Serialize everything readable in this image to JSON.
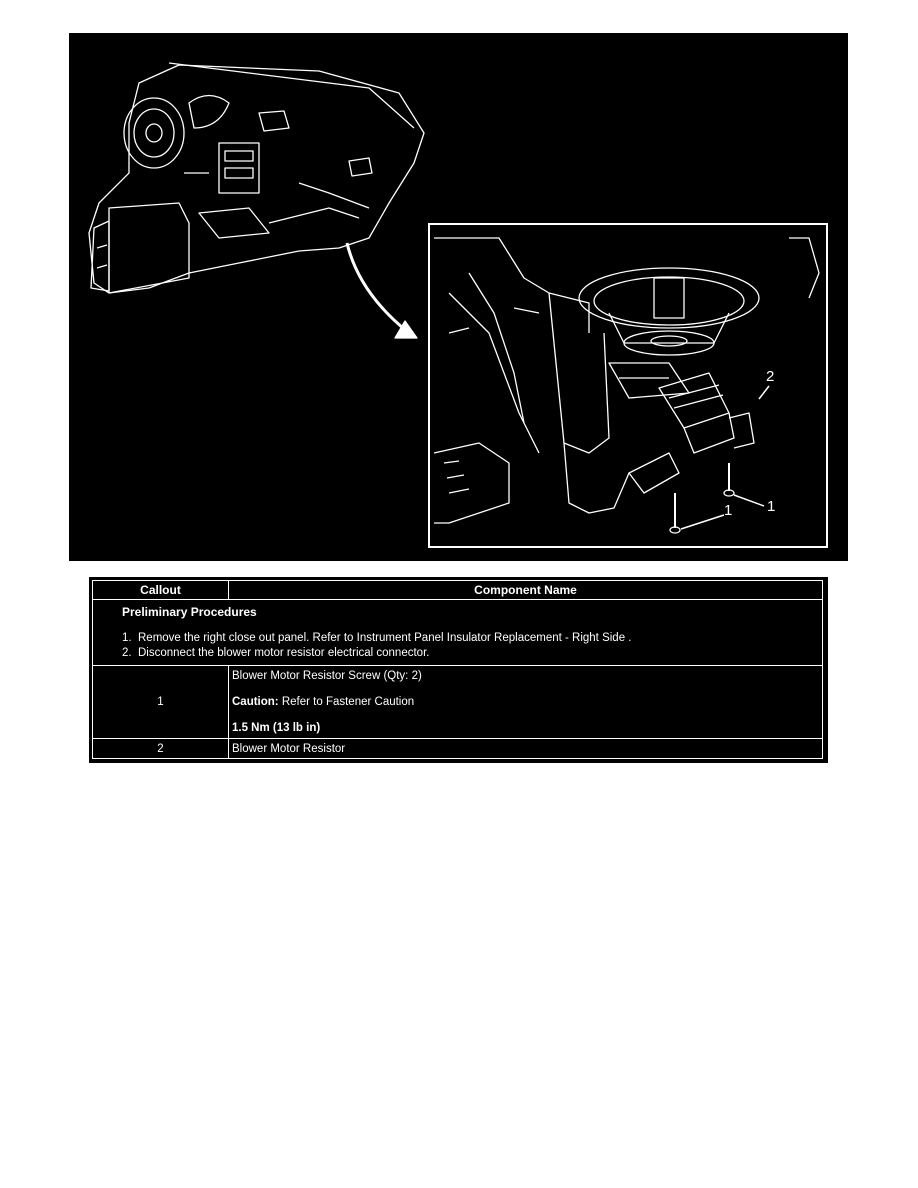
{
  "figure": {
    "callouts": [
      "2",
      "1",
      "1"
    ]
  },
  "table": {
    "headers": {
      "callout": "Callout",
      "component": "Component Name"
    },
    "preliminary": {
      "heading": "Preliminary Procedures",
      "steps": [
        {
          "num": "1.",
          "text": "Remove the right close out panel. Refer to Instrument Panel Insulator Replacement - Right Side ."
        },
        {
          "num": "2.",
          "text": "Disconnect the blower motor resistor electrical connector."
        }
      ]
    },
    "rows": [
      {
        "callout": "1",
        "name": "Blower Motor Resistor Screw (Qty: 2)",
        "caution_label": "Caution:",
        "caution_text": " Refer to Fastener Caution",
        "torque": "1.5 Nm (13 lb in)"
      },
      {
        "callout": "2",
        "name": "Blower Motor Resistor"
      }
    ]
  }
}
